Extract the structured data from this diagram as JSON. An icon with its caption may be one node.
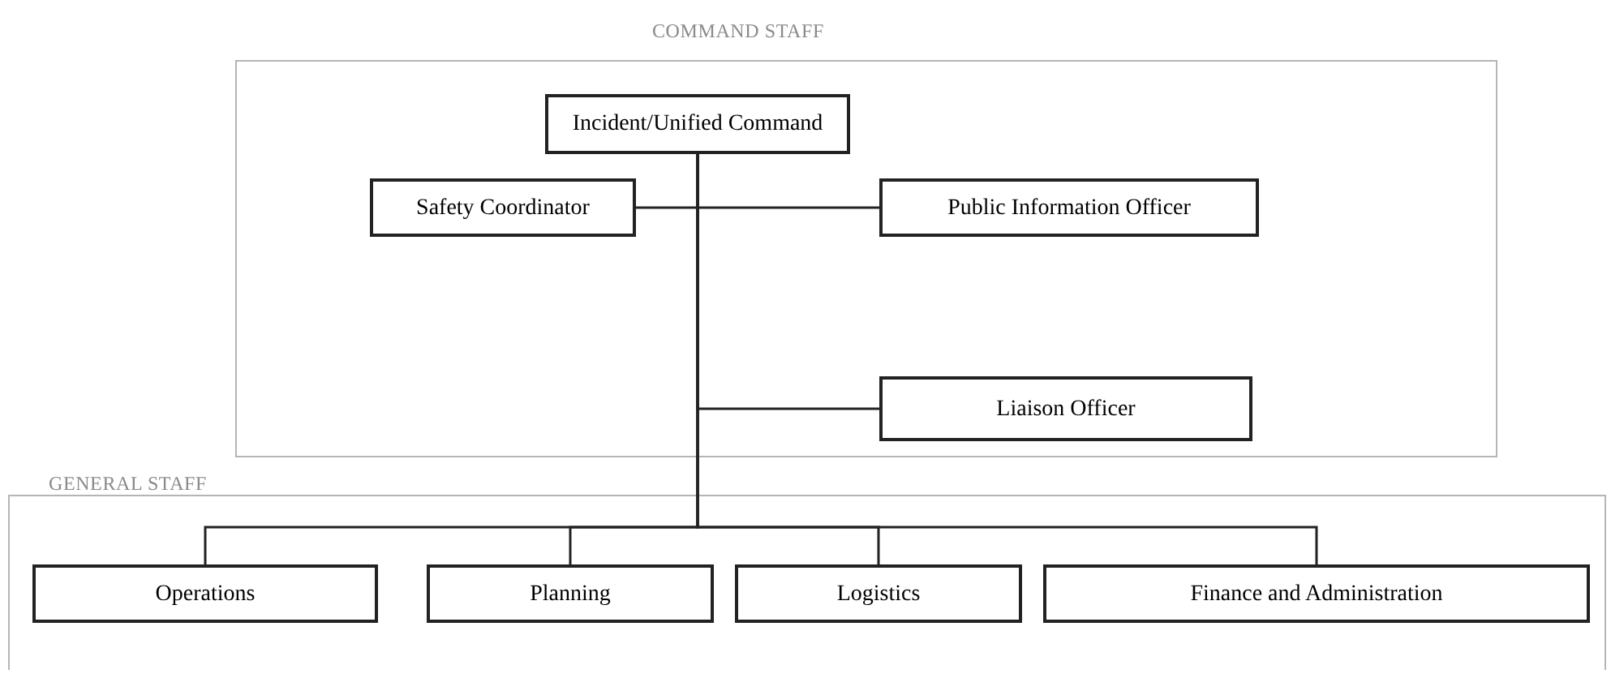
{
  "diagram": {
    "nodes": [
      {
        "text": [
          "COMMAND STAFF"
        ]
      },
      {
        "text": [
          "Incident/Unified Command"
        ],
        "in": 0
      },
      {
        "text": [
          "Safety Coordinator"
        ],
        "in": 0
      },
      {
        "text": [
          "Public Information Officer"
        ],
        "in": 0
      },
      {
        "text": [
          "Liaison Officer"
        ],
        "in": 0
      },
      {
        "text": [
          "GENERAL STAFF"
        ]
      },
      {
        "text": [
          "Operations"
        ],
        "in": 5
      },
      {
        "text": [
          "Planning"
        ],
        "in": 5
      },
      {
        "text": [
          "Logistics"
        ],
        "in": 5
      },
      {
        "text": [
          "Finance and Administration"
        ],
        "in": 5
      }
    ],
    "edges": [
      {
        "from": 1,
        "to": 2,
        "arrow": "none"
      },
      {
        "from": 1,
        "to": 3,
        "arrow": "none"
      },
      {
        "from": 1,
        "to": 4,
        "arrow": "none"
      },
      {
        "from": 1,
        "to": 6,
        "arrow": "none"
      },
      {
        "from": 1,
        "to": 7,
        "arrow": "none"
      },
      {
        "from": 1,
        "to": 8,
        "arrow": "none"
      },
      {
        "from": 1,
        "to": 9,
        "arrow": "none"
      }
    ]
  }
}
